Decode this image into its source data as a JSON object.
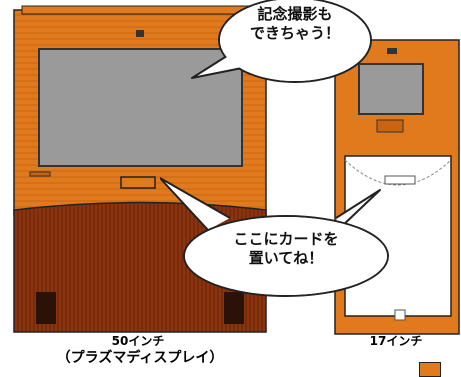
{
  "kiosks": {
    "large": {
      "size_label": "50インチ",
      "display_type_label": "（プラズマディスプレイ）"
    },
    "small": {
      "size_label": "17インチ"
    }
  },
  "bubbles": {
    "photo": {
      "text": "記念撮影も\nできちゃう！"
    },
    "card": {
      "text": "ここにカードを\n置いてね！"
    }
  },
  "colors": {
    "cabinet_orange": "#e07a1c",
    "cabinet_wood_dark": "#7a2a0e",
    "screen_gray": "#9a9a9a",
    "bubble_fill": "#ffffff",
    "outline": "#222222"
  }
}
